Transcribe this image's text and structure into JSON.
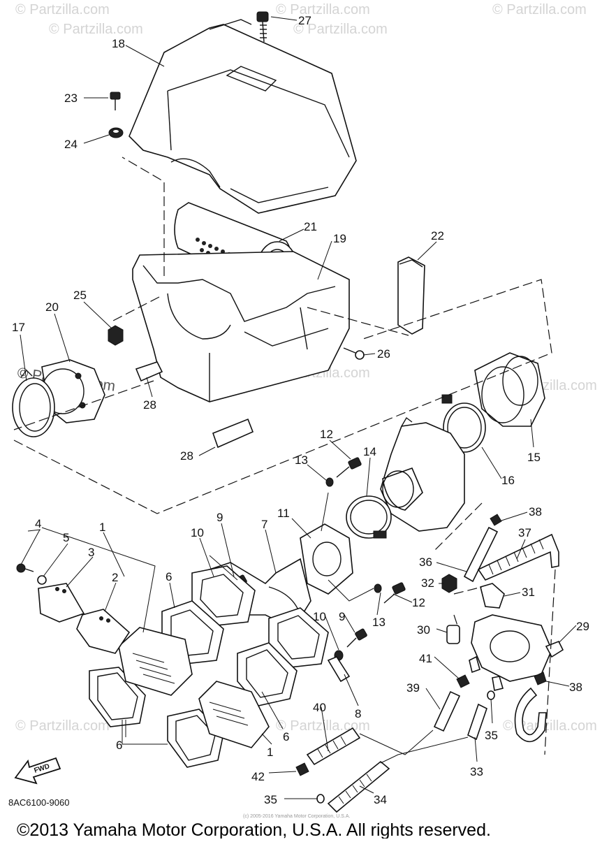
{
  "watermark": "© Partzilla.com",
  "watermark_dark": "© Partzilla.com",
  "part_code": "8AC6100-9060",
  "fwd_label": "FWD",
  "fine_print": "(c) 2005-2016 Yamaha Motor Corporation, U.S.A.",
  "footer": "©2013 Yamaha Motor Corporation, U.S.A. All rights reserved.",
  "callouts": {
    "c27": "27",
    "c18": "18",
    "c23": "23",
    "c24": "24",
    "c21": "21",
    "c19": "19",
    "c22": "22",
    "c25": "25",
    "c20": "20",
    "c17": "17",
    "c26": "26",
    "c28a": "28",
    "c28b": "28",
    "c15": "15",
    "c16": "16",
    "c12a": "12",
    "c13a": "13",
    "c14": "14",
    "c4": "4",
    "c5": "5",
    "c1a": "1",
    "c3": "3",
    "c2": "2",
    "c9a": "9",
    "c10a": "10",
    "c7": "7",
    "c11": "11",
    "c6a": "6",
    "c38a": "38",
    "c37": "37",
    "c36": "36",
    "c32": "32",
    "c31": "31",
    "c12b": "12",
    "c13b": "13",
    "c9b": "9",
    "c10b": "10",
    "c30": "30",
    "c29": "29",
    "c41": "41",
    "c38b": "38",
    "c39": "39",
    "c40": "40",
    "c8": "8",
    "c6b": "6",
    "c6c": "6",
    "c1b": "1",
    "c35a": "35",
    "c33": "33",
    "c42": "42",
    "c35b": "35",
    "c34": "34"
  }
}
